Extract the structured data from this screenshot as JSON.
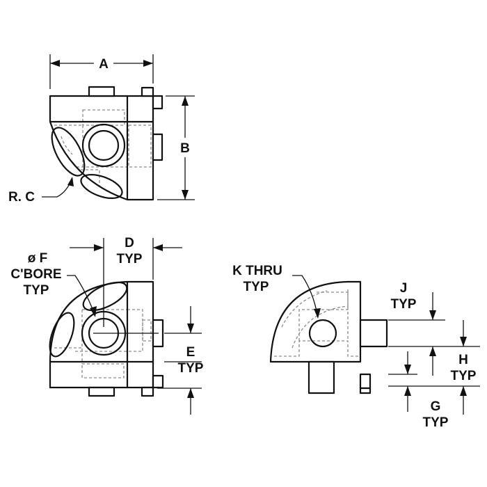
{
  "labels": {
    "a": "A",
    "b": "B",
    "rc": "R. C",
    "d_line1": "D",
    "d_line2": "TYP",
    "f_line1": "ø F",
    "f_line2": "C'BORE",
    "f_line3": "TYP",
    "e_line1": "E",
    "e_line2": "TYP",
    "k_line1": "K THRU",
    "k_line2": "TYP",
    "j_line1": "J",
    "j_line2": "TYP",
    "h_line1": "H",
    "h_line2": "TYP",
    "g_line1": "G",
    "g_line2": "TYP"
  },
  "colors": {
    "outline": "#111111",
    "hidden_line": "#8a8a8a",
    "background": "#ffffff"
  }
}
